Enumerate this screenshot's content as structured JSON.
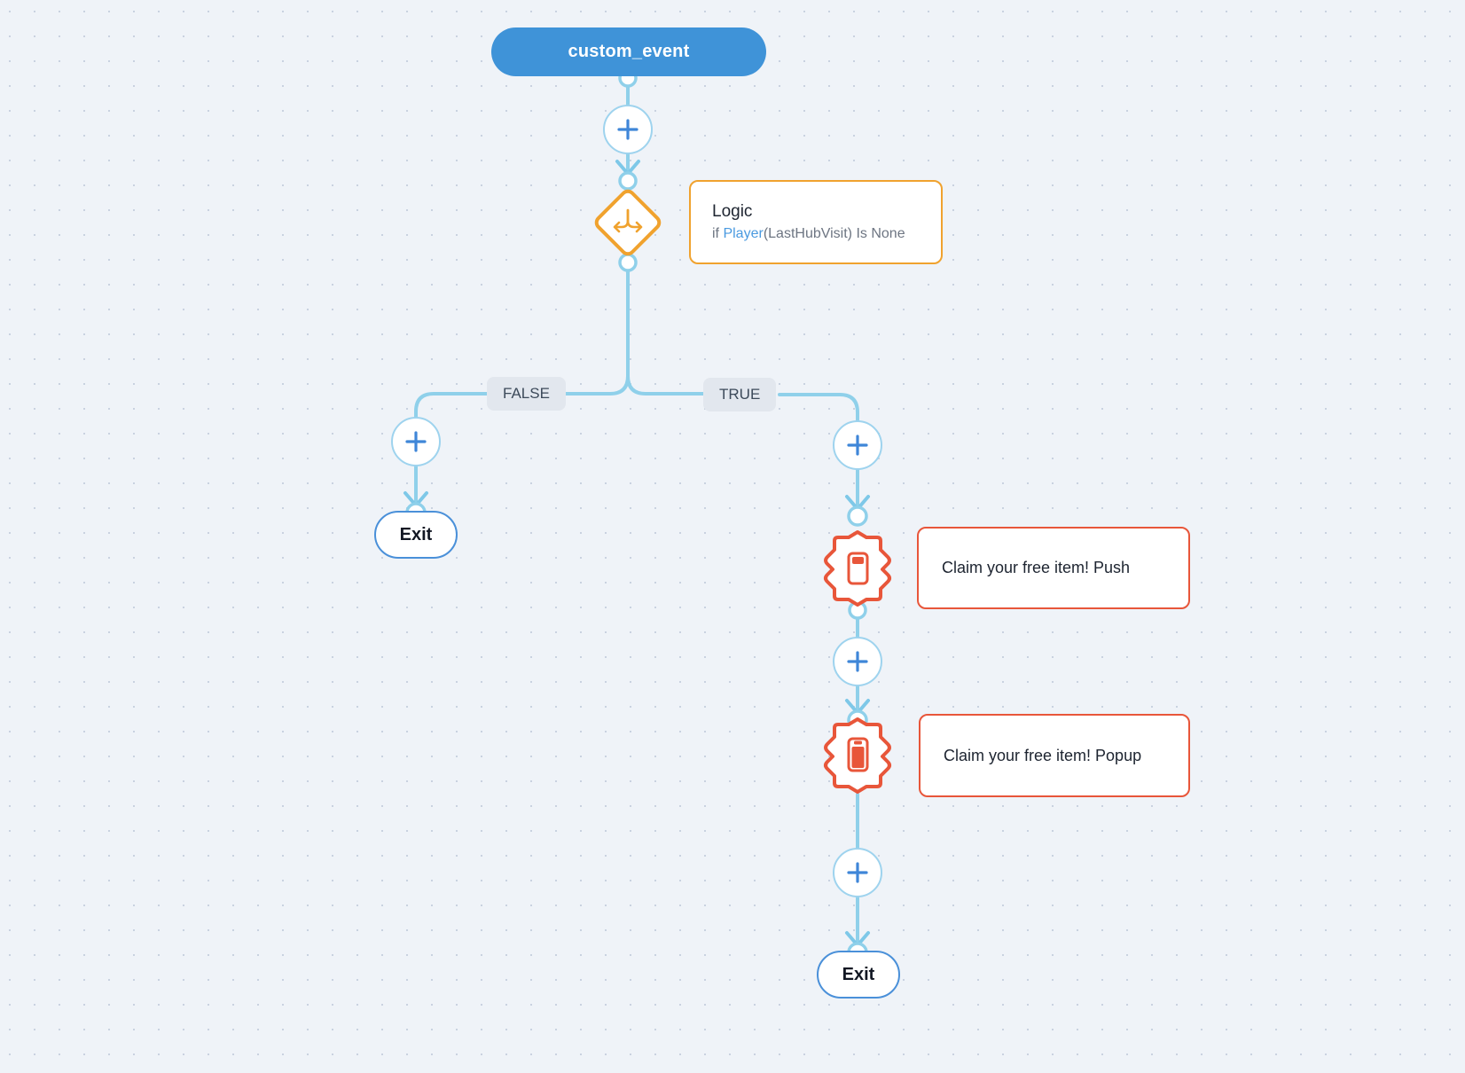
{
  "canvas": {
    "background": "#eff3f8",
    "dot_color": "#c9d2e0"
  },
  "flow": {
    "trigger": {
      "label": "custom_event",
      "color": "#3f93d8",
      "icon": "trigger-pill"
    },
    "add_steps": [
      {
        "name": "add-step-after-trigger",
        "icon": "plus-icon"
      },
      {
        "name": "add-step-false-branch",
        "icon": "plus-icon"
      },
      {
        "name": "add-step-true-branch",
        "icon": "plus-icon"
      },
      {
        "name": "add-step-after-push",
        "icon": "plus-icon"
      },
      {
        "name": "add-step-after-popup",
        "icon": "plus-icon"
      }
    ],
    "logic_node": {
      "icon": "branch-split-icon",
      "color": "#f0a22e",
      "card": {
        "title": "Logic",
        "condition_prefix": "if ",
        "condition_var": "Player",
        "condition_suffix": "(LastHubVisit) Is None"
      }
    },
    "branches": [
      {
        "label": "FALSE",
        "name": "branch-label-false"
      },
      {
        "label": "TRUE",
        "name": "branch-label-true"
      }
    ],
    "messages": [
      {
        "name": "push-message-node",
        "icon": "push-notification-icon",
        "color": "#e8563a",
        "text": "Claim your free item! Push"
      },
      {
        "name": "popup-message-node",
        "icon": "popup-message-icon",
        "color": "#e8563a",
        "text": "Claim your free item! Popup"
      }
    ],
    "exits": [
      {
        "label": "Exit",
        "name": "exit-node-false-branch"
      },
      {
        "label": "Exit",
        "name": "exit-node-true-branch"
      }
    ]
  }
}
